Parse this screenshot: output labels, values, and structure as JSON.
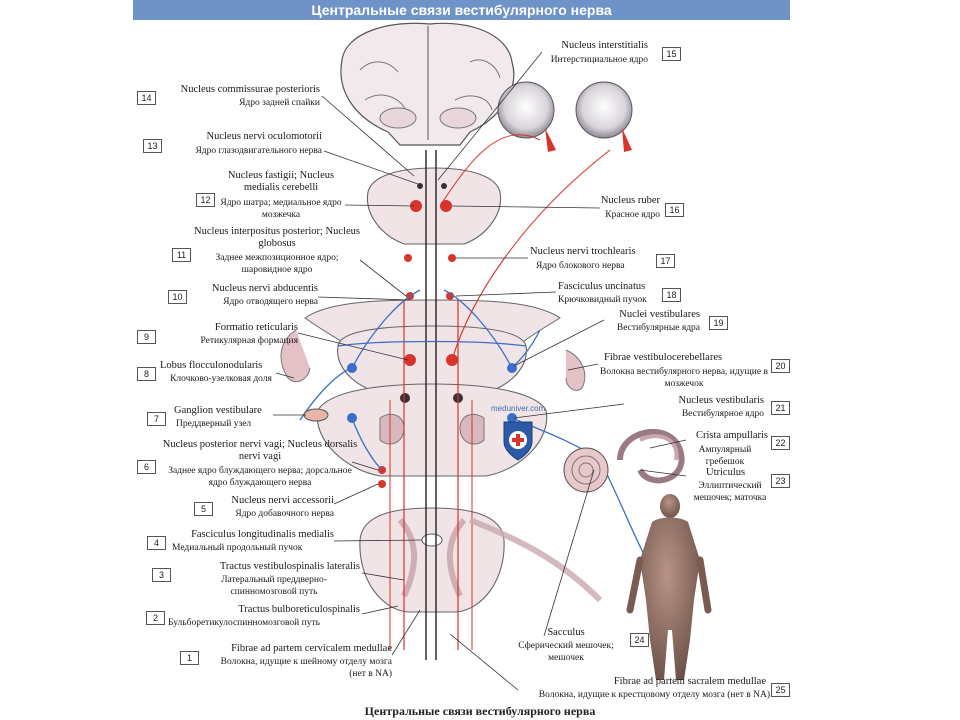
{
  "header": {
    "title": "Центральные связи вестибулярного нерва"
  },
  "caption": "Центральные связи вестибулярного нерва",
  "watermark": "meduniver.com",
  "labels": [
    {
      "n": "1",
      "lat": "Fibrae ad partem cervicalem medullae",
      "ru": "Волокна, идущие к шейному отделу мозга (нет в NA)"
    },
    {
      "n": "2",
      "lat": "Tractus bulboreticulospinalis",
      "ru": "Бульборетикулоспинномозговой путь"
    },
    {
      "n": "3",
      "lat": "Tractus vestibulospinalis lateralis",
      "ru": "Латеральный преддверно-спинномозговой путь"
    },
    {
      "n": "4",
      "lat": "Fasciculus longitudinalis medialis",
      "ru": "Медиальный продольный пучок"
    },
    {
      "n": "5",
      "lat": "Nucleus nervi accessorii",
      "ru": "Ядро добавочного нерва"
    },
    {
      "n": "6",
      "lat": "Nucleus posterior nervi vagi; Nucleus dorsalis nervi vagi",
      "ru": "Заднее ядро блуждающего нерва; дорсальное ядро блуждающего нерва"
    },
    {
      "n": "7",
      "lat": "Ganglion vestibulare",
      "ru": "Преддверный узел"
    },
    {
      "n": "8",
      "lat": "Lobus flocculonodularis",
      "ru": "Клочково-узелковая доля"
    },
    {
      "n": "9",
      "lat": "Formatio reticularis",
      "ru": "Ретикулярная формация"
    },
    {
      "n": "10",
      "lat": "Nucleus nervi abducentis",
      "ru": "Ядро отводящего нерва"
    },
    {
      "n": "11",
      "lat": "Nucleus interpositus posterior; Nucleus globosus",
      "ru": "Заднее межпозиционное ядро; шаровидное ядро"
    },
    {
      "n": "12",
      "lat": "Nucleus fastigii; Nucleus medialis cerebelli",
      "ru": "Ядро шатра; медиальное ядро мозжечка"
    },
    {
      "n": "13",
      "lat": "Nucleus nervi oculomotorii",
      "ru": "Ядро глазодвигательного нерва"
    },
    {
      "n": "14",
      "lat": "Nucleus commissurae posterioris",
      "ru": "Ядро задней спайки"
    },
    {
      "n": "15",
      "lat": "Nucleus interstitialis",
      "ru": "Интерстициальное ядро"
    },
    {
      "n": "16",
      "lat": "Nucleus ruber",
      "ru": "Красное ядро"
    },
    {
      "n": "17",
      "lat": "Nucleus nervi trochlearis",
      "ru": "Ядро блокового нерва"
    },
    {
      "n": "18",
      "lat": "Fasciculus uncinatus",
      "ru": "Крючковидный пучок"
    },
    {
      "n": "19",
      "lat": "Nuclei vestibulares",
      "ru": "Вестибулярные ядра"
    },
    {
      "n": "20",
      "lat": "Fibrae vestibulocerebellares",
      "ru": "Волокна вестибулярного нерва, идущие в мозжечок"
    },
    {
      "n": "21",
      "lat": "Nucleus vestibularis",
      "ru": "Вестибулярное ядро"
    },
    {
      "n": "22",
      "lat": "Crista ampullaris",
      "ru": "Ампулярный гребешок"
    },
    {
      "n": "23",
      "lat": "Utriculus",
      "ru": "Эллиптический мешочек; маточка"
    },
    {
      "n": "24",
      "lat": "Sacculus",
      "ru": "Сферический мешочек; мешочек"
    },
    {
      "n": "25",
      "lat": "Fibrae ad partem sacralem medullae",
      "ru": "Волокна, идущие к крестцовому отделу мозга (нет в NA)"
    }
  ],
  "colors": {
    "banner": "#6f93c6",
    "tissue": "#f1e4e6",
    "tissue_dark": "#c9a8ad",
    "nerve_red": "#d9342b",
    "nerve_blue": "#3a6fc9"
  }
}
